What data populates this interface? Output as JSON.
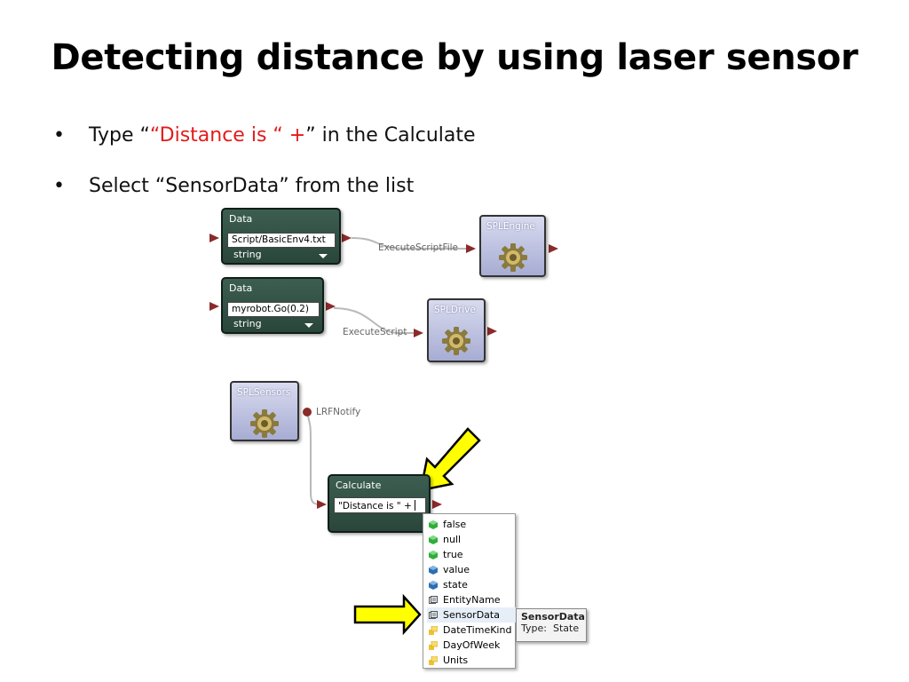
{
  "slide": {
    "title": "Detecting distance by using laser sensor",
    "bullets": [
      {
        "prefix": "Type “",
        "highlight": "“Distance is “ +",
        "suffix": "” in the Calculate"
      },
      {
        "text": "Select “SensorData” from the list"
      }
    ]
  },
  "diagram": {
    "data_nodes": [
      {
        "title": "Data",
        "value": "Script/BasicEnv4.txt",
        "type": "string"
      },
      {
        "title": "Data",
        "value": "myrobot.Go(0.2)",
        "type": "string"
      }
    ],
    "services": [
      {
        "title": "SPLEngine"
      },
      {
        "title": "SPLDrive"
      },
      {
        "title": "SPLSensors"
      }
    ],
    "connections": [
      {
        "label": "ExecuteScriptFile"
      },
      {
        "label": "ExecuteScript"
      },
      {
        "label": "LRFNotify"
      }
    ],
    "calculate": {
      "title": "Calculate",
      "value": "\"Distance is \" + "
    },
    "autocomplete": {
      "items": [
        {
          "label": "false",
          "icon": "green-cube-icon"
        },
        {
          "label": "null",
          "icon": "green-cube-icon"
        },
        {
          "label": "true",
          "icon": "green-cube-icon"
        },
        {
          "label": "value",
          "icon": "blue-cube-icon"
        },
        {
          "label": "state",
          "icon": "blue-cube-icon"
        },
        {
          "label": "EntityName",
          "icon": "property-icon"
        },
        {
          "label": "SensorData",
          "icon": "property-icon"
        },
        {
          "label": "DateTimeKind",
          "icon": "enum-icon"
        },
        {
          "label": "DayOfWeek",
          "icon": "enum-icon"
        },
        {
          "label": "Units",
          "icon": "enum-icon"
        }
      ],
      "selected": "SensorData"
    },
    "tooltip": {
      "name": "SensorData",
      "type_label": "Type:",
      "type_value": "State"
    }
  },
  "colors": {
    "highlight_text": "#e31b1b",
    "arrow_fill": "#ffff00",
    "node_fill": "#2f4f43",
    "service_fill": "#b4b8dc",
    "pin": "#8b2a2a"
  }
}
